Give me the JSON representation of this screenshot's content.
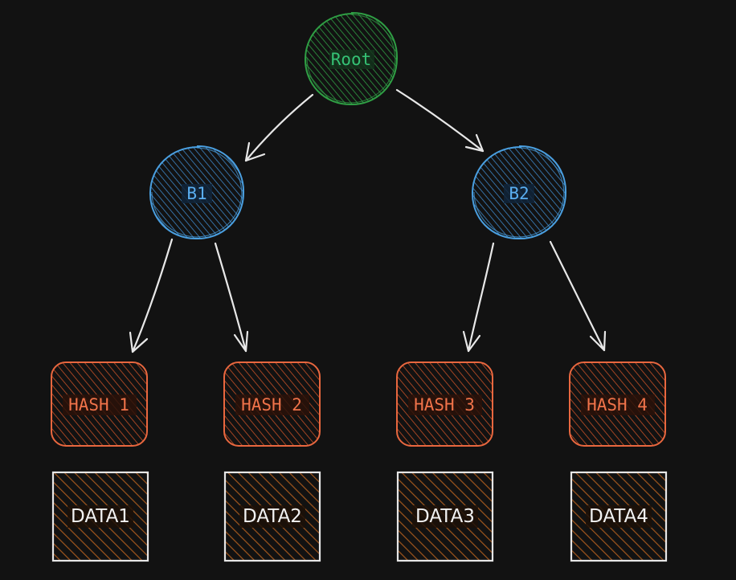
{
  "diagram": {
    "colors": {
      "background": "#121212",
      "root": "#2f9e44",
      "branch": "#4a9fe0",
      "hash": "#e8673f",
      "data_stroke": "#e6e6e6",
      "data_hatch": "#a0561d",
      "edge": "#e8e8e8"
    },
    "nodes": {
      "root": {
        "label": "Root"
      },
      "b1": {
        "label": "B1"
      },
      "b2": {
        "label": "B2"
      },
      "hash1": {
        "label": "HASH 1"
      },
      "hash2": {
        "label": "HASH 2"
      },
      "hash3": {
        "label": "HASH 3"
      },
      "hash4": {
        "label": "HASH 4"
      },
      "data1": {
        "label": "DATA1"
      },
      "data2": {
        "label": "DATA2"
      },
      "data3": {
        "label": "DATA3"
      },
      "data4": {
        "label": "DATA4"
      }
    },
    "edges": [
      {
        "from": "root",
        "to": "b1"
      },
      {
        "from": "root",
        "to": "b2"
      },
      {
        "from": "b1",
        "to": "hash1"
      },
      {
        "from": "b1",
        "to": "hash2"
      },
      {
        "from": "b2",
        "to": "hash3"
      },
      {
        "from": "b2",
        "to": "hash4"
      }
    ]
  }
}
